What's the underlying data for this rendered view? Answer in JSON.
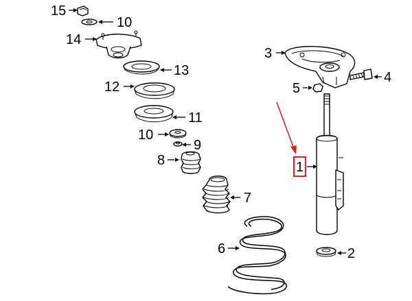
{
  "callouts": [
    {
      "id": "1",
      "label": "1",
      "highlighted": true
    },
    {
      "id": "2",
      "label": "2"
    },
    {
      "id": "3",
      "label": "3"
    },
    {
      "id": "4",
      "label": "4"
    },
    {
      "id": "5",
      "label": "5"
    },
    {
      "id": "6",
      "label": "6"
    },
    {
      "id": "7",
      "label": "7"
    },
    {
      "id": "8",
      "label": "8"
    },
    {
      "id": "9",
      "label": "9"
    },
    {
      "id": "10a",
      "label": "10"
    },
    {
      "id": "10b",
      "label": "10"
    },
    {
      "id": "11",
      "label": "11"
    },
    {
      "id": "12",
      "label": "12"
    },
    {
      "id": "13",
      "label": "13"
    },
    {
      "id": "14",
      "label": "14"
    },
    {
      "id": "15",
      "label": "15"
    }
  ],
  "colors": {
    "highlight": "#e0201b",
    "line": "#000000",
    "background": "#ffffff"
  }
}
